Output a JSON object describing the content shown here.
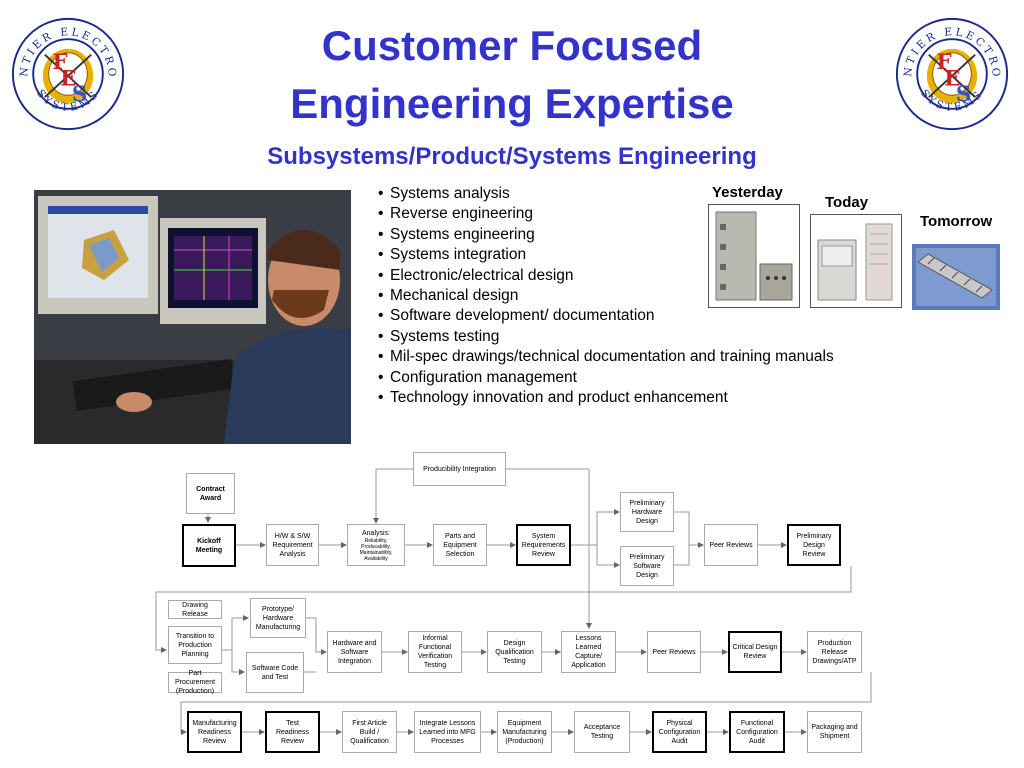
{
  "header": {
    "title_line1": "Customer Focused",
    "title_line2": "Engineering Expertise",
    "subtitle": "Subsystems/Product/Systems Engineering"
  },
  "logo": {
    "text_top": "FRONTIER ELECTRONIC",
    "text_bottom": "SYSTEMS",
    "letters": "FES",
    "colors": {
      "ring": "#1a2a8a",
      "red": "#cc2222",
      "gold": "#e8b000",
      "blue": "#3355cc"
    }
  },
  "capabilities": [
    "Systems analysis",
    "Reverse engineering",
    "Systems engineering",
    "Systems integration",
    "Electronic/electrical design",
    "Mechanical design",
    "Software development/ documentation",
    "Systems testing",
    "Mil-spec drawings/technical documentation and training manuals",
    "Configuration management",
    "Technology innovation and product enhancement"
  ],
  "products": {
    "yesterday": "Yesterday",
    "today": "Today",
    "tomorrow": "Tomorrow"
  },
  "flow": {
    "producibility": "Producibility Integration",
    "contract_award": "Contract Award",
    "kickoff": "Kickoff Meeting",
    "hw_sw_req": "H/W & S/W Requirement Analysis",
    "analysis_title": "Analysis:",
    "analysis_sub": "Reliability, Producability, Maintainability, Availability",
    "parts": "Parts and Equipment Selection",
    "srr": "System Requirements Review",
    "prelim_hw": "Preliminary Hardware Design",
    "prelim_sw": "Preliminary Software Design",
    "peer1": "Peer Reviews",
    "pdr": "Preliminary Design Review",
    "drawing_release": "Drawing Release",
    "prototype": "Prototype/ Hardware Manufacturing",
    "transition": "Transition to Production Planning",
    "sw_code": "Software Code and Test",
    "part_procure": "Part Procurement (Production)",
    "hw_sw_int": "Hardware and Software Integration",
    "ivt": "Informal Functional Verification Testing",
    "dqt": "Design Qualification Testing",
    "lessons": "Lessons Learned Capture/ Application",
    "peer2": "Peer Reviews",
    "cdr": "Critical Design Review",
    "prod_release": "Production Release Drawings/ATP",
    "mrr": "Manufacturing Readiness Review",
    "trr": "Test Readiness Review",
    "fab": "First Article Build / Qualification",
    "integrate_lessons": "Integrate Lessons Learned into MFG Processes",
    "equip_mfg": "Equipment Manufacturing (Production)",
    "acceptance": "Acceptance Testing",
    "pca": "Physical Configuration Audit",
    "fca": "Functional Configuration Audit",
    "packaging": "Packaging and Shipment"
  }
}
